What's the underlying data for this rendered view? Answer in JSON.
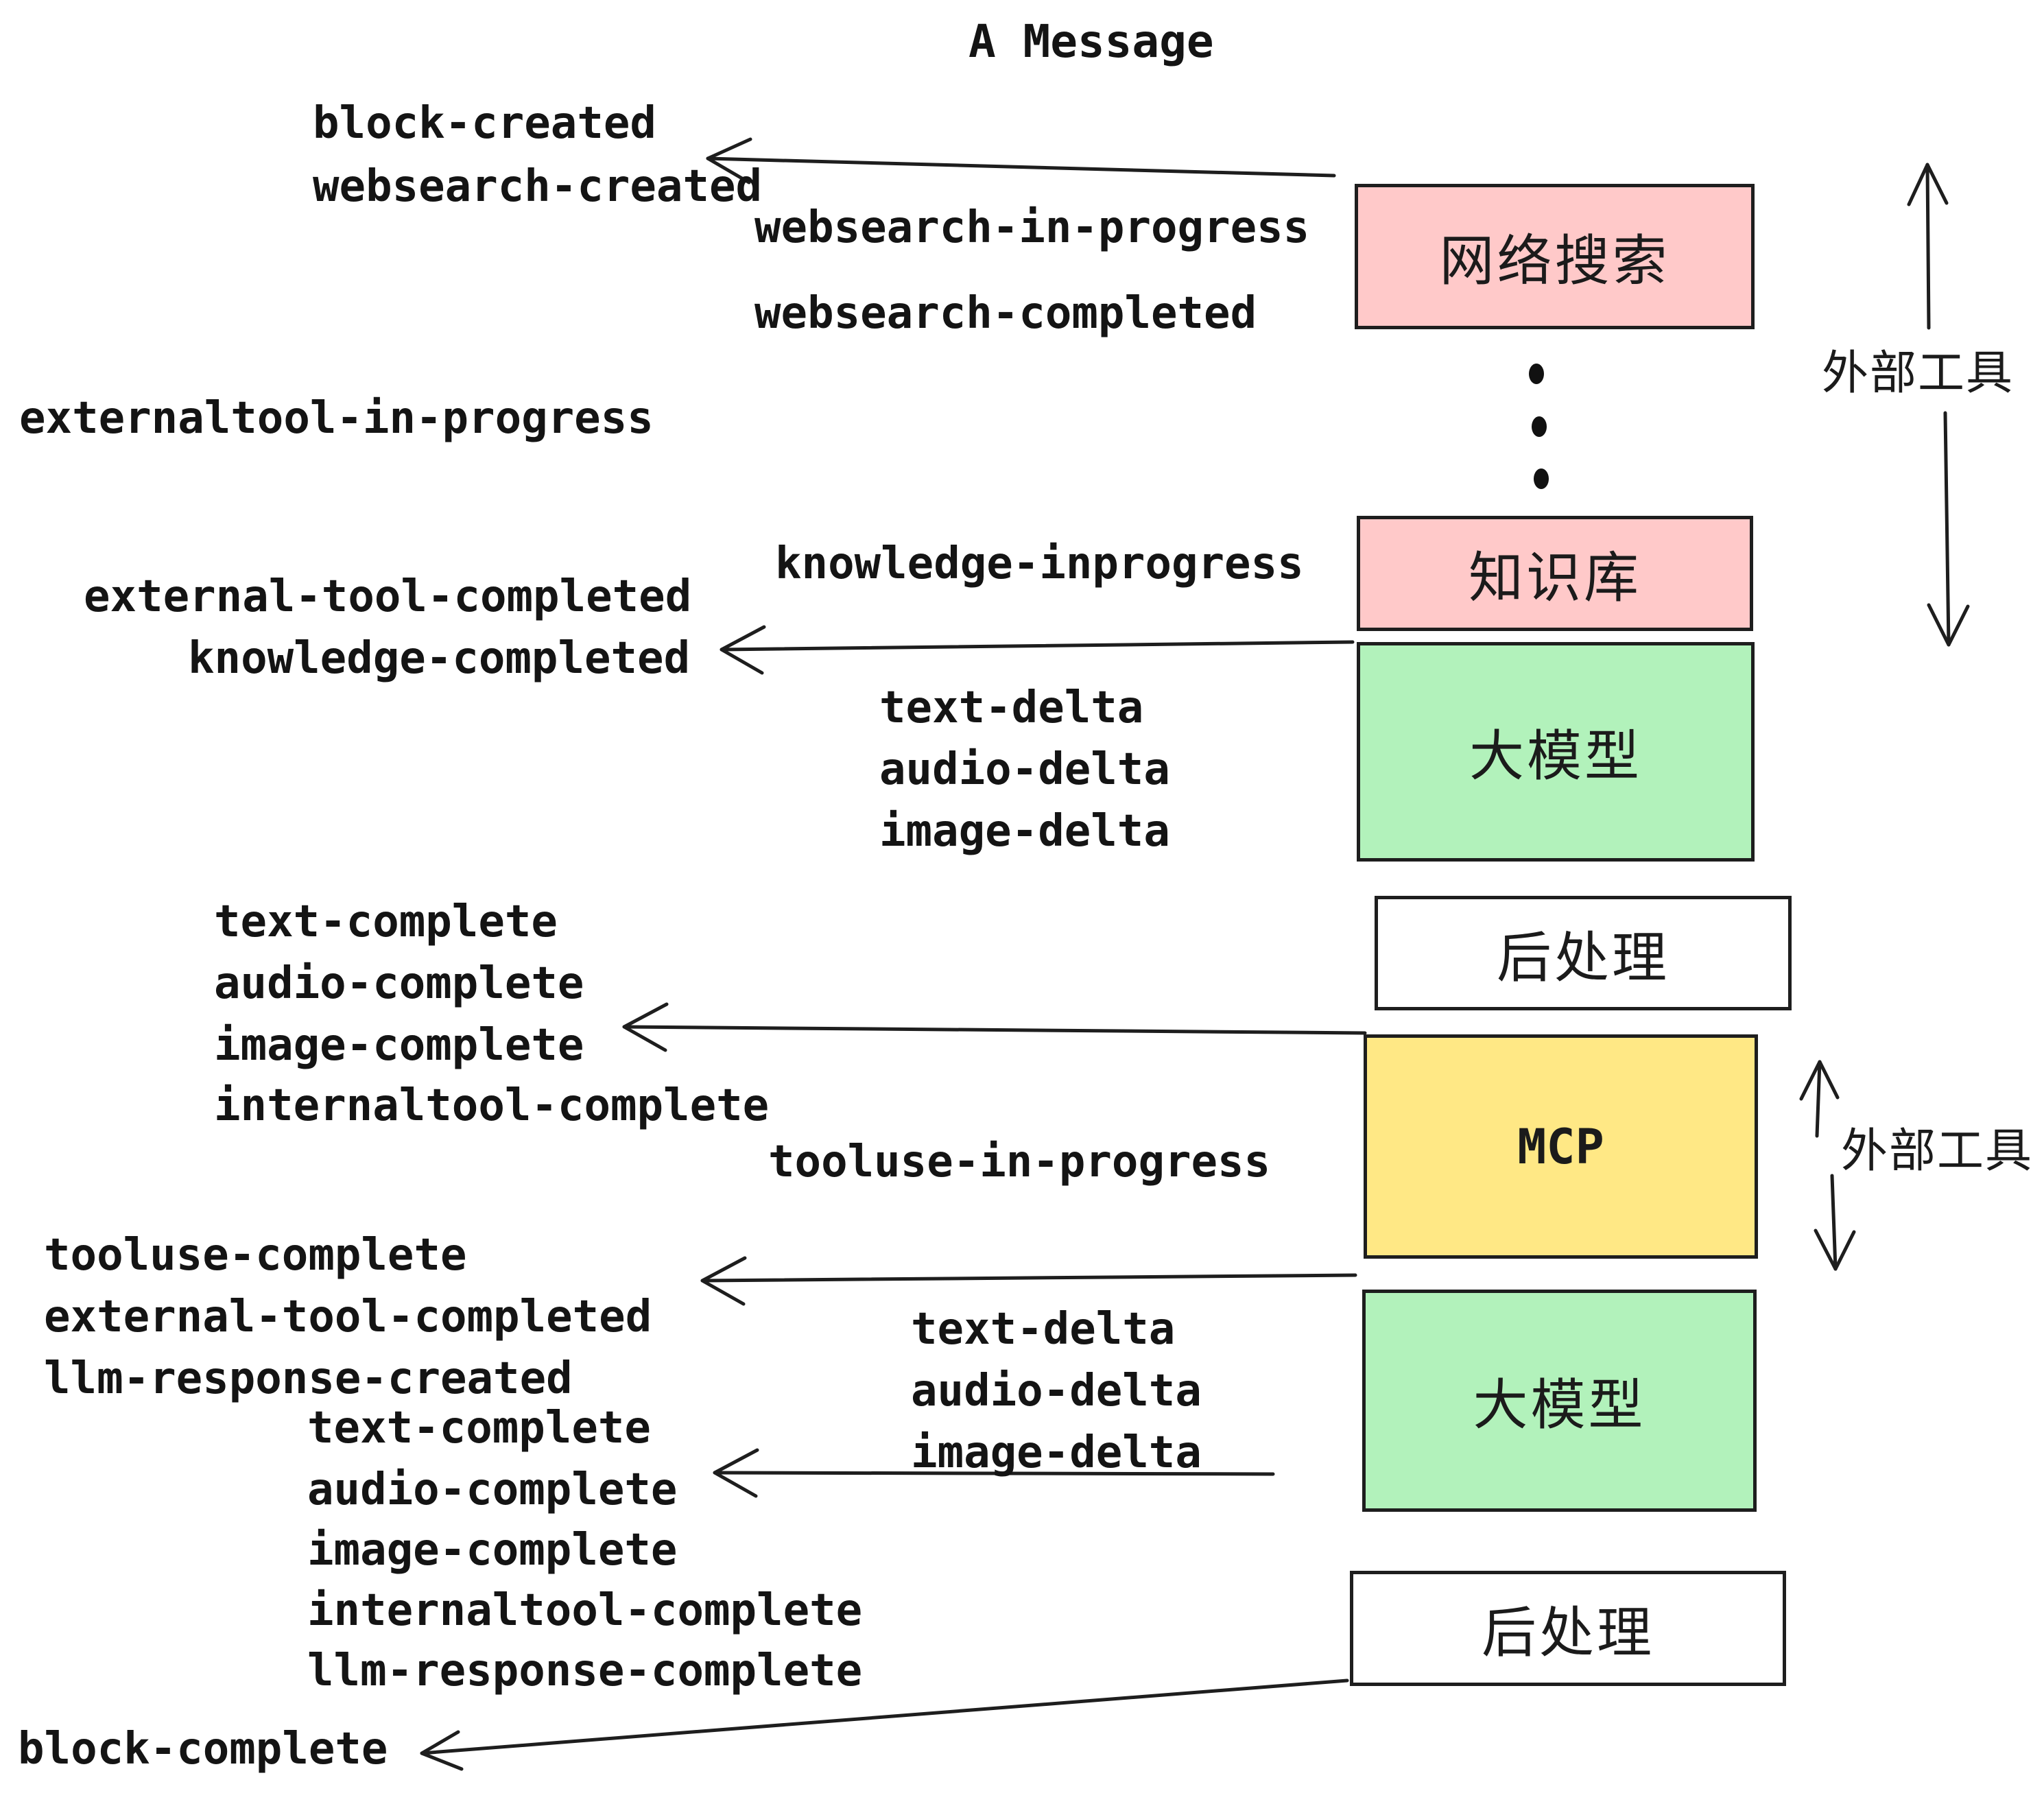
{
  "title": "A Message",
  "boxes": {
    "websearch": "网络搜索",
    "knowledge": "知识库",
    "llm1": "大模型",
    "post1": "后处理",
    "mcp": "MCP",
    "llm2": "大模型",
    "post2": "后处理"
  },
  "side_labels": {
    "external_tools_top": "外部工具",
    "external_tools_mid": "外部工具"
  },
  "events": {
    "block_created": "block-created",
    "websearch_created": "websearch-created",
    "websearch_in_progress": "websearch-in-progress",
    "websearch_completed": "websearch-completed",
    "externaltool_in_progress": "externaltool-in-progress",
    "knowledge_inprogress": "knowledge-inprogress",
    "external_tool_completed_1": "external-tool-completed",
    "knowledge_completed": "knowledge-completed",
    "text_delta_1": "text-delta",
    "audio_delta_1": "audio-delta",
    "image_delta_1": "image-delta",
    "text_complete_1": "text-complete",
    "audio_complete_1": "audio-complete",
    "image_complete_1": "image-complete",
    "internaltool_complete_1": "internaltool-complete",
    "tooluse_in_progress": "tooluse-in-progress",
    "tooluse_complete": "tooluse-complete",
    "external_tool_completed_2": "external-tool-completed",
    "llm_response_created": "llm-response-created",
    "text_delta_2": "text-delta",
    "audio_delta_2": "audio-delta",
    "image_delta_2": "image-delta",
    "text_complete_2": "text-complete",
    "audio_complete_2": "audio-complete",
    "image_complete_2": "image-complete",
    "internaltool_complete_2": "internaltool-complete",
    "llm_response_complete": "llm-response-complete",
    "block_complete": "block-complete"
  },
  "colors": {
    "node_pink": "#FFC9C9",
    "node_green": "#B2F2BB",
    "node_yellow": "#FFE885",
    "node_white": "#FFFFFF",
    "stroke": "#1E1E1E",
    "text": "#141414"
  }
}
